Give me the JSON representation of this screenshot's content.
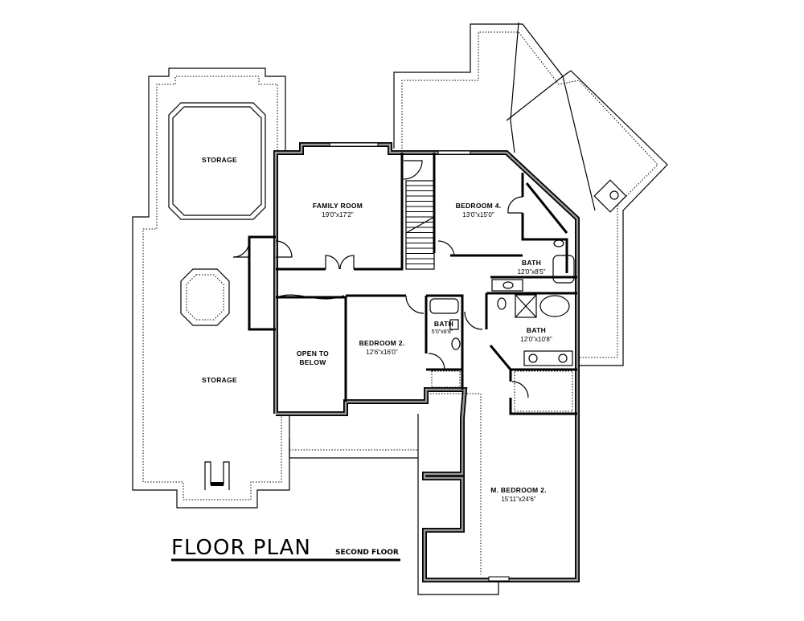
{
  "title": "FLOOR PLAN",
  "subtitle": "SECOND FLOOR",
  "rooms": [
    {
      "name": "STORAGE",
      "size": ""
    },
    {
      "name": "STORAGE",
      "size": ""
    },
    {
      "name": "FAMILY ROOM",
      "size": "19'0\"x17'2\""
    },
    {
      "name": "BEDROOM 4.",
      "size": "13'0\"x15'0\""
    },
    {
      "name": "BATH",
      "size": "12'0\"x8'5\""
    },
    {
      "name": "BATH",
      "size": "5'0\"x8'8\""
    },
    {
      "name": "BEDROOM 2.",
      "size": "12'6\"x16'0\""
    },
    {
      "name": "OPEN TO",
      "size": "BELOW"
    },
    {
      "name": "BATH",
      "size": "12'0\"x10'8\""
    },
    {
      "name": "M. BEDROOM 2.",
      "size": "15'11\"x24'6\""
    }
  ]
}
